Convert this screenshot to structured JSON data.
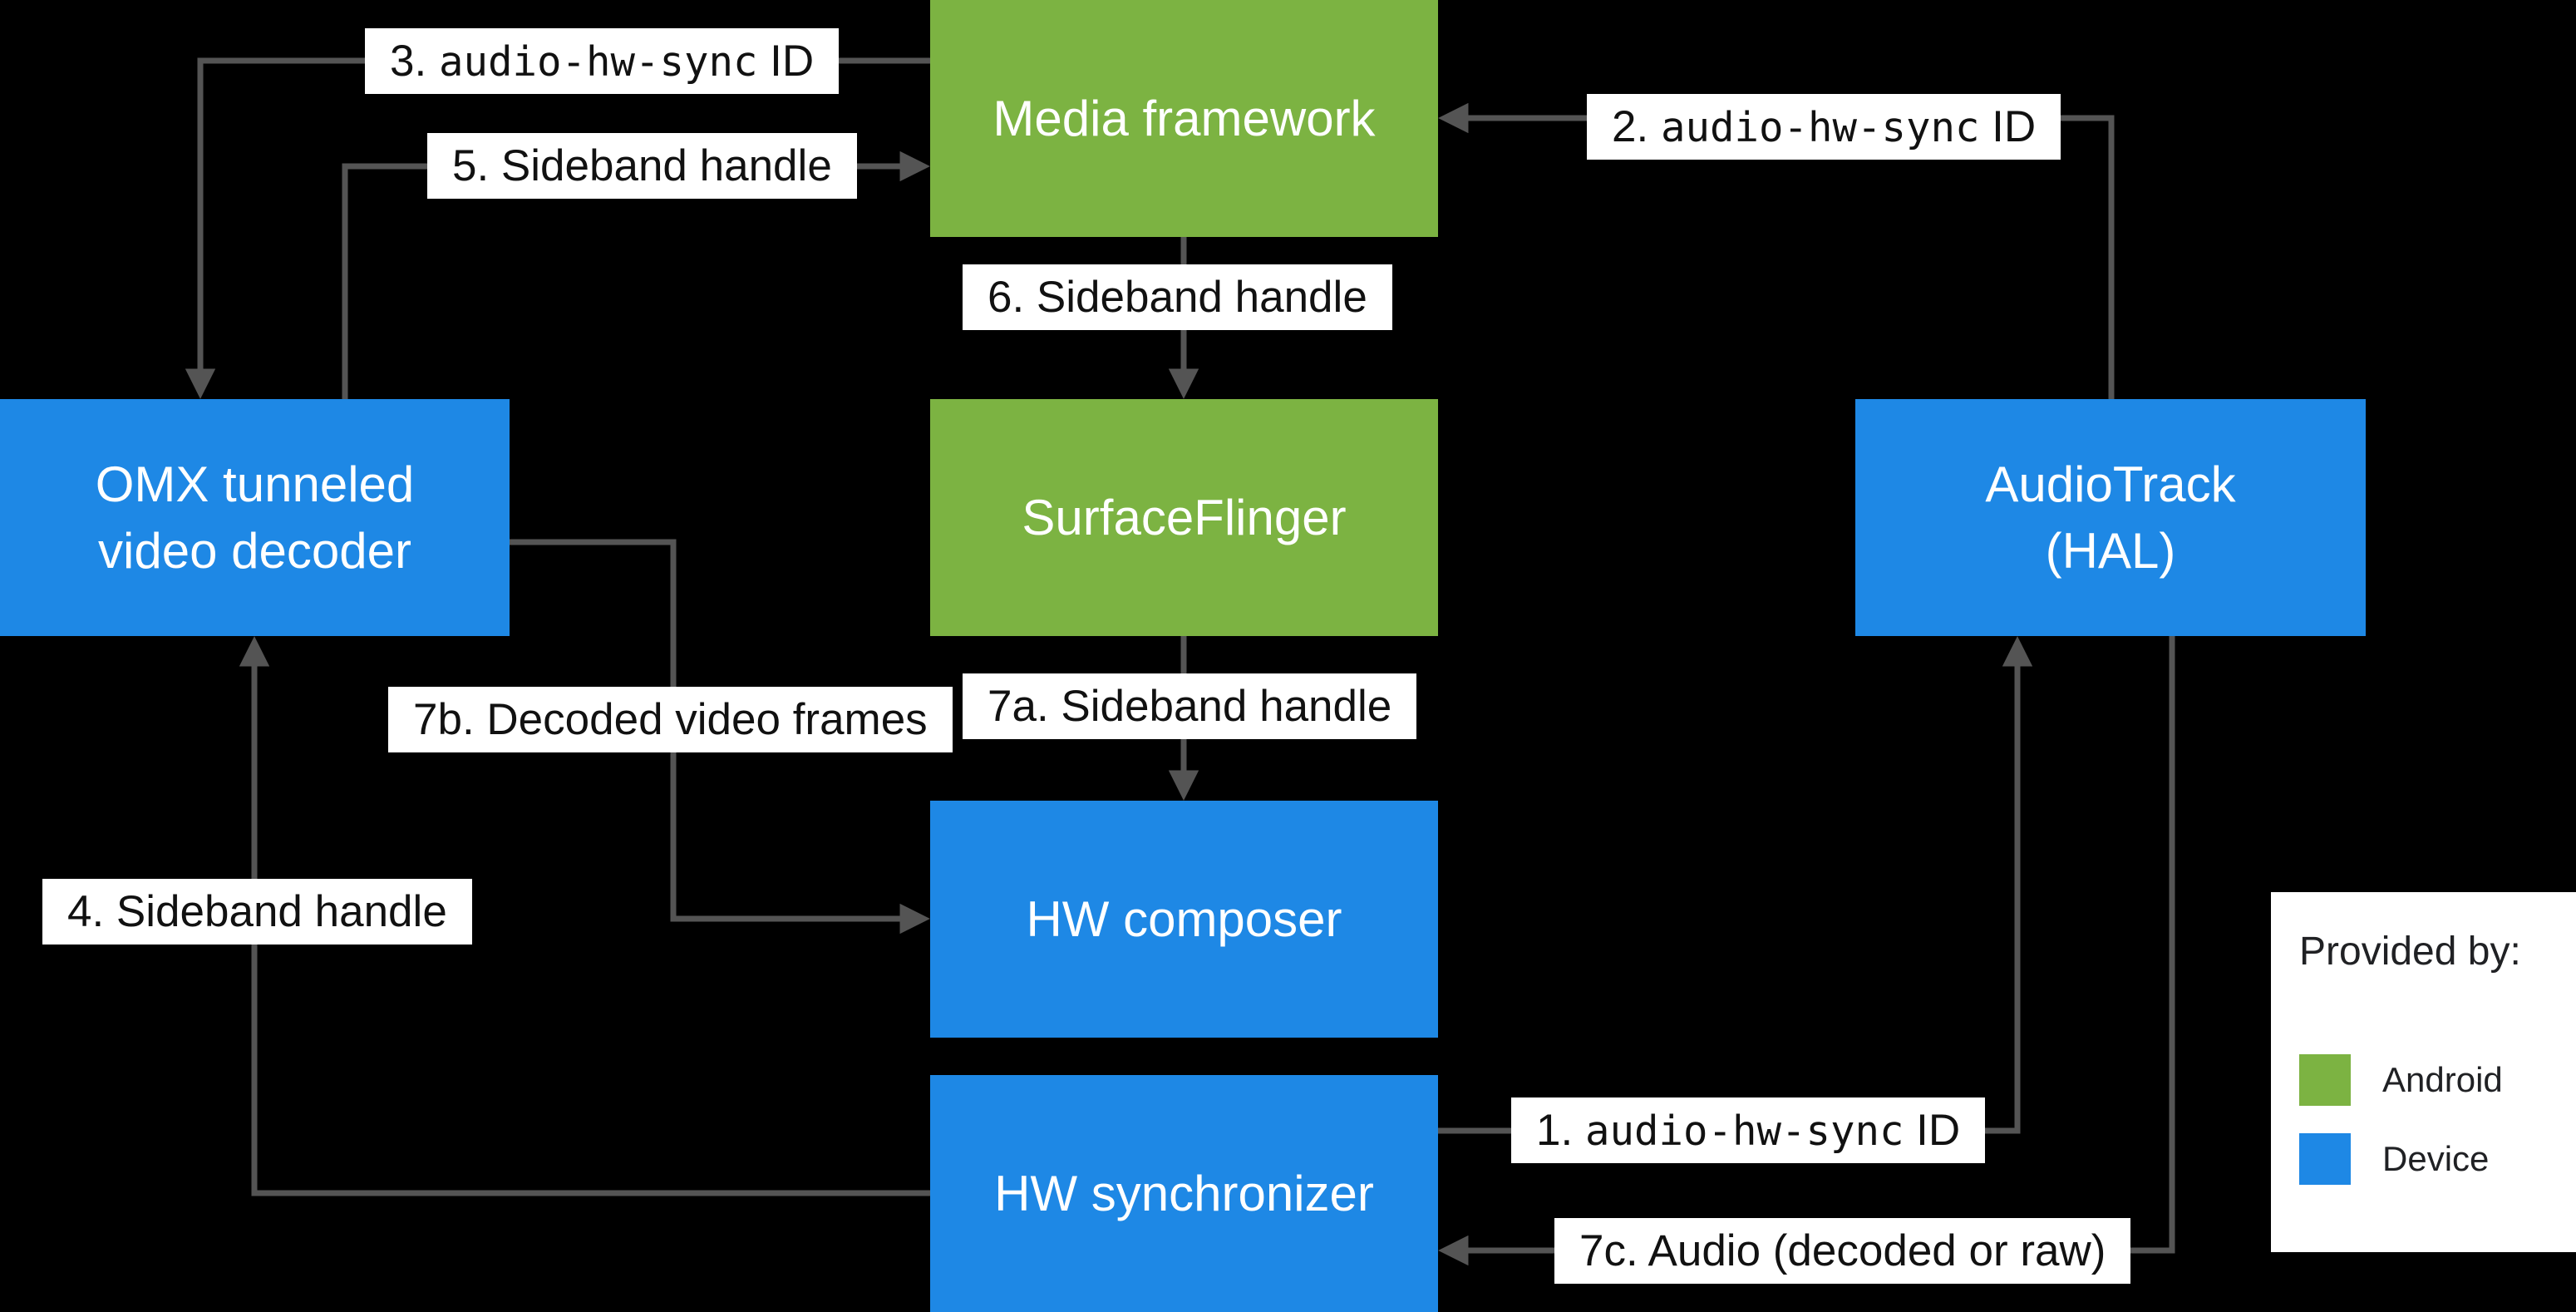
{
  "colors": {
    "background": "#000000",
    "android_green": "#7CB342",
    "device_blue": "#1E88E5",
    "arrow_gray": "#545454",
    "label_bg": "#FFFFFF",
    "label_text": "#111111",
    "node_text": "#FFFFFF"
  },
  "nodes": [
    {
      "label": "Media framework",
      "provider": "Android"
    },
    {
      "label": "SurfaceFlinger",
      "provider": "Android"
    },
    {
      "label": "OMX tunneled\nvideo decoder",
      "provider": "Device"
    },
    {
      "label": "AudioTrack\n(HAL)",
      "provider": "Device"
    },
    {
      "label": "HW composer",
      "provider": "Device"
    },
    {
      "label": "HW synchronizer",
      "provider": "Device"
    }
  ],
  "labels": [
    {
      "prefix": "3. ",
      "mono": "audio-hw-sync",
      "suffix": " ID"
    },
    {
      "prefix": "5. Sideband handle",
      "mono": "",
      "suffix": ""
    },
    {
      "prefix": "2. ",
      "mono": "audio-hw-sync",
      "suffix": " ID"
    },
    {
      "prefix": "6. Sideband handle",
      "mono": "",
      "suffix": ""
    },
    {
      "prefix": "7b. Decoded video frames",
      "mono": "",
      "suffix": ""
    },
    {
      "prefix": "7a. Sideband handle",
      "mono": "",
      "suffix": ""
    },
    {
      "prefix": "4. Sideband handle",
      "mono": "",
      "suffix": ""
    },
    {
      "prefix": "1. ",
      "mono": "audio-hw-sync",
      "suffix": " ID"
    },
    {
      "prefix": "7c. Audio (decoded or raw)",
      "mono": "",
      "suffix": ""
    }
  ],
  "legend": {
    "title": "Provided by:",
    "entries": [
      {
        "label": "Android"
      },
      {
        "label": "Device"
      }
    ]
  }
}
